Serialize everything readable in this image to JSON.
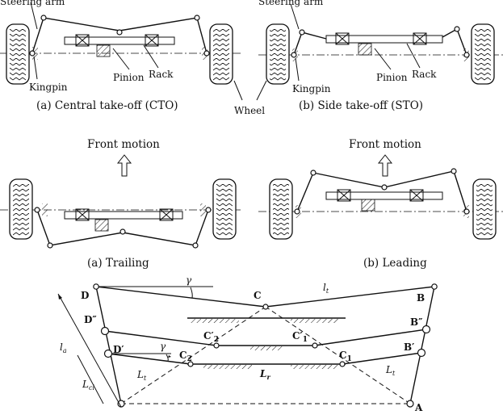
{
  "top_left": {
    "labels": {
      "steering_arm": "Steering arm",
      "kingpin": "Kingpin",
      "pinion": "Pinion",
      "rack": "Rack"
    },
    "caption": "(a) Central take-off (CTO)"
  },
  "top_right": {
    "labels": {
      "steering_arm": "Steering arm",
      "kingpin": "Kingpin",
      "pinion": "Pinion",
      "rack": "Rack"
    },
    "caption": "(b) Side take-off (STO)"
  },
  "wheel_label": "Wheel",
  "middle_left": {
    "front_motion": "Front motion",
    "caption": "(a) Trailing"
  },
  "middle_right": {
    "front_motion": "Front motion",
    "caption": "(b) Leading"
  },
  "bottom": {
    "points": {
      "D": "D",
      "D2": "D″",
      "D1": "D′",
      "C": "C",
      "C2p": "C′",
      "C2p_sub": "2",
      "C1p": "C′",
      "C1p_sub": "1",
      "C2": "C",
      "C2_sub": "2",
      "C1": "C",
      "C1_sub": "1",
      "B": "B",
      "B2": "B″",
      "B1": "B′",
      "A": "A"
    },
    "symbols": {
      "gamma_top": "γ",
      "gamma_low": "γ",
      "lt_top": "l",
      "lt_top_sub": "t",
      "la": "l",
      "la_sub": "a",
      "Lcl": "L",
      "Lcl_sub": "cl",
      "Lt_left": "L",
      "Lt_left_sub": "t",
      "Lt_right": "L",
      "Lt_right_sub": "t",
      "Lr": "L",
      "Lr_sub": "r"
    }
  }
}
